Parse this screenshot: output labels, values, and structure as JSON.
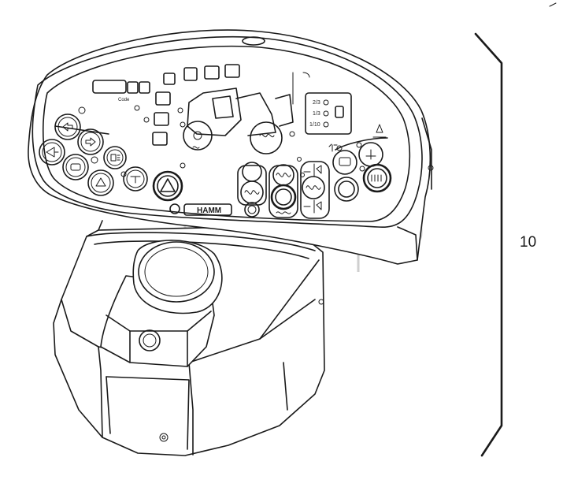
{
  "figure": {
    "callout_number": "10"
  },
  "panel": {
    "code_label": "Code",
    "brand_badge": "HAMM",
    "speed_ranges": [
      "2/3",
      "1/3",
      "1/10"
    ]
  },
  "watermark": {
    "mark": "TM"
  }
}
